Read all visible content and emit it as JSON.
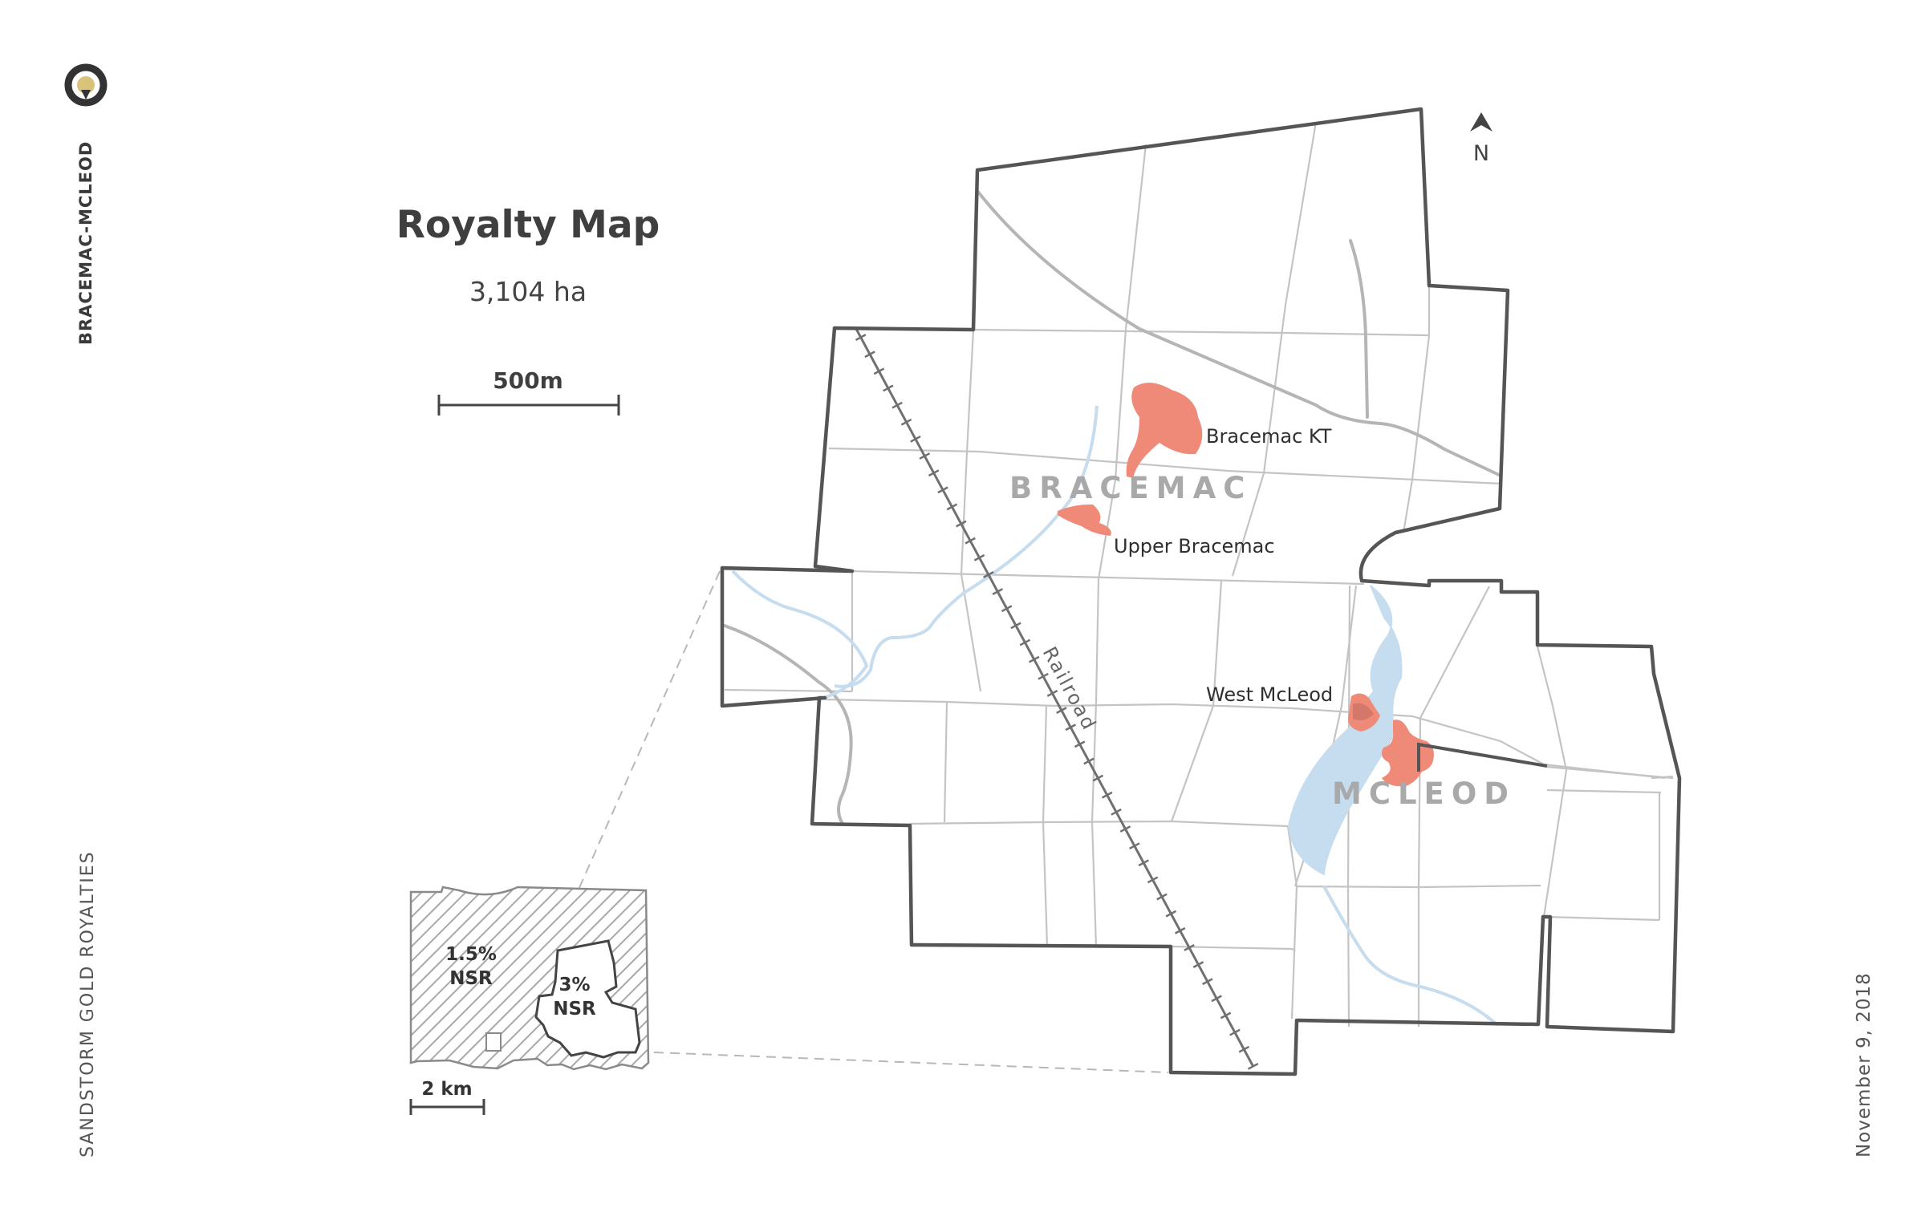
{
  "map": {
    "title": "Royalty Map",
    "area": "3,104 ha",
    "scale_main": "500m",
    "scale_inset": "2 km",
    "north": "N",
    "railroad_label": "Railroad",
    "areas": [
      "BRACEMAC",
      "MCLEOD"
    ],
    "deposits": [
      "Bracemac KT",
      "Upper Bracemac",
      "West McLeod"
    ],
    "inset": {
      "outer_royalty_line1": "1.5%",
      "outer_royalty_line2": "NSR",
      "inner_royalty_line1": "3%",
      "inner_royalty_line2": "NSR"
    },
    "colors": {
      "deposit": "#f08a78",
      "water": "#c6dcef",
      "boundary": "#555555",
      "grid": "#c4c4c4",
      "road": "#b5b5b5",
      "logo_accent": "#d9c27a"
    }
  },
  "sidebar": {
    "brand": "BRACEMAC-MCLEOD",
    "company": "SANDSTORM GOLD ROYALTIES",
    "date": "November 9, 2018"
  }
}
